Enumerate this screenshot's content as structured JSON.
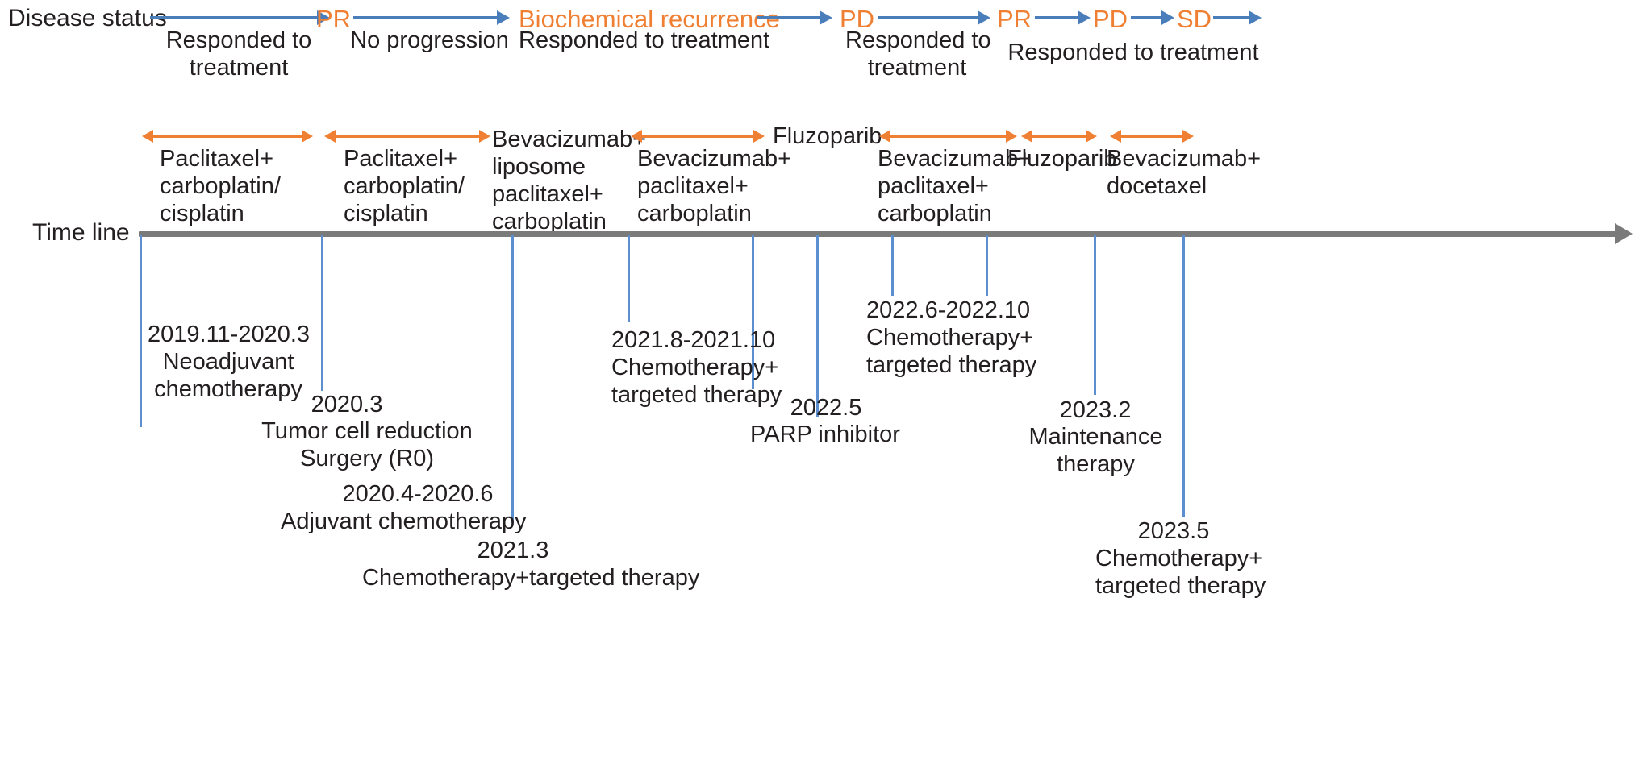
{
  "figure": {
    "type": "clinical-treatment-timeline",
    "accent_orange": "#ef8033",
    "accent_blue": "#4a7ebb",
    "tick_blue": "#5b8fd0",
    "axis_gray": "#7a7a7a",
    "text_color": "#231f20"
  },
  "row_labels": {
    "disease_status": "Disease status",
    "time_line": "Time line"
  },
  "disease_status": {
    "tokens": [
      {
        "label": "PR"
      },
      {
        "label": "Biochemical recurrence"
      },
      {
        "label": "PD"
      },
      {
        "label": "PR"
      },
      {
        "label": "PD"
      },
      {
        "label": "SD"
      }
    ],
    "transitions": [
      {
        "caption": "Responded to\ntreatment"
      },
      {
        "caption": "No progression"
      },
      {
        "caption": "Responded to treatment"
      },
      {
        "caption": "Responded to\ntreatment"
      },
      {
        "caption": "Responded to treatment"
      },
      {
        "caption": ""
      },
      {
        "caption": ""
      }
    ]
  },
  "treatments": [
    {
      "name": "Paclitaxel+\ncarboplatin/\ncisplatin",
      "has_arrow": true
    },
    {
      "name": "Paclitaxel+\ncarboplatin/\ncisplatin",
      "has_arrow": true
    },
    {
      "name": "Bevacizumab+\nliposome\npaclitaxel+\ncarboplatin",
      "has_arrow": false
    },
    {
      "name": "Bevacizumab+\npaclitaxel+\ncarboplatin",
      "has_arrow": true
    },
    {
      "name": "Fluzoparib",
      "has_arrow": false
    },
    {
      "name": "Bevacizumab+\npaclitaxel+\ncarboplatin",
      "has_arrow": true
    },
    {
      "name": "Fluzoparib",
      "has_arrow": true
    },
    {
      "name": "Bevacizumab+\ndocetaxel",
      "has_arrow": true
    }
  ],
  "events": [
    {
      "date": "2019.11-2020.3",
      "description": "Neoadjuvant\nchemotherapy"
    },
    {
      "date": "2020.3",
      "description": "Tumor cell reduction\nSurgery (R0)"
    },
    {
      "date": "2020.4-2020.6",
      "description": "Adjuvant chemotherapy"
    },
    {
      "date": "2021.3",
      "description": "Chemotherapy+targeted therapy"
    },
    {
      "date": "2021.8-2021.10",
      "description": "Chemotherapy+\ntargeted therapy"
    },
    {
      "date": "2022.5",
      "description": "PARP inhibitor"
    },
    {
      "date": "2022.6-2022.10",
      "description": "Chemotherapy+\ntargeted therapy"
    },
    {
      "date": "2023.2",
      "description": "Maintenance\ntherapy"
    },
    {
      "date": "2023.5",
      "description": "Chemotherapy+\ntargeted therapy"
    }
  ]
}
